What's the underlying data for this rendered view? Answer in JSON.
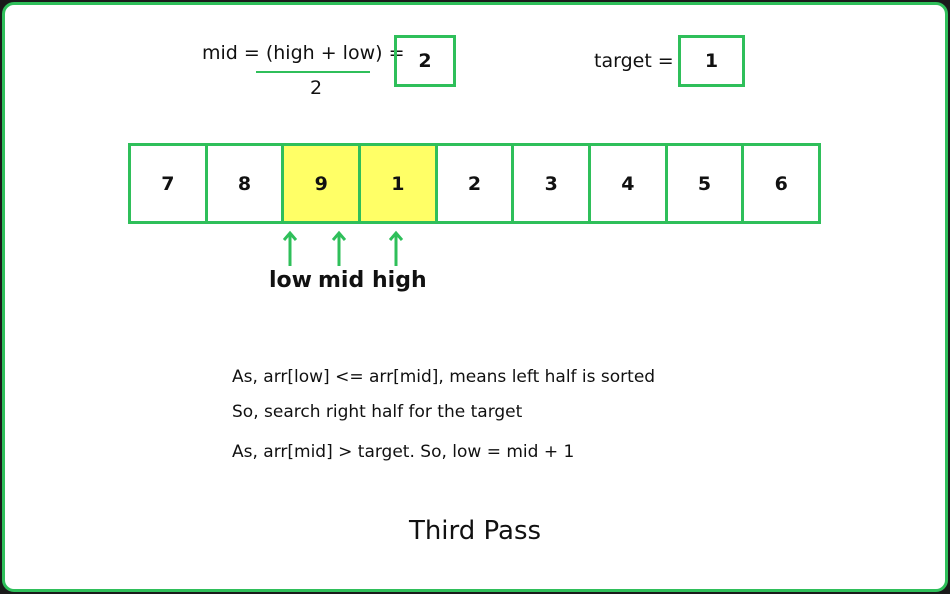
{
  "formula": {
    "numerator": "mid = (high + low) =",
    "denominator": "2",
    "mid_value": "2"
  },
  "target": {
    "label": "target =",
    "value": "1"
  },
  "array": {
    "cells": [
      "7",
      "8",
      "9",
      "1",
      "2",
      "3",
      "4",
      "5",
      "6"
    ],
    "highlighted_indices": [
      2,
      3
    ],
    "highlight_color": "#ffff66",
    "border_color": "#2fbf5a"
  },
  "pointers": {
    "low": "low",
    "mid": "mid",
    "high": "high"
  },
  "notes": {
    "line1": "As, arr[low] <= arr[mid], means left half is sorted",
    "line2": "So, search right half for the target",
    "line3": "As, arr[mid] > target. So, low = mid + 1"
  },
  "caption": "Third Pass"
}
